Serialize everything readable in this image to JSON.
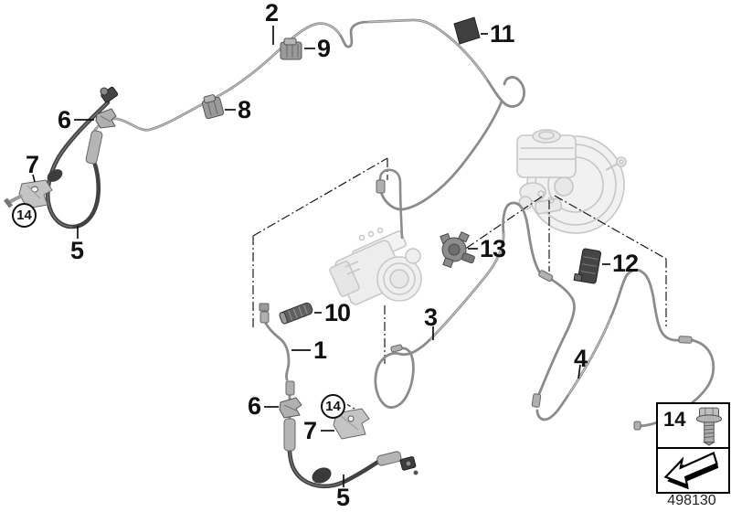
{
  "callouts": {
    "n1": "1",
    "n2": "2",
    "n3": "3",
    "n4": "4",
    "n5": "5",
    "n6": "6",
    "n7": "7",
    "n8": "8",
    "n9": "9",
    "n10": "10",
    "n11": "11",
    "n12": "12",
    "n13": "13",
    "n14": "14"
  },
  "legend": {
    "item_number": "14",
    "bolt_icon": "hex-bolt-icon",
    "arrow_icon": "direction-arrow-icon"
  },
  "part_number": "498130",
  "colors": {
    "pipe": "#8c8c8c",
    "hose": "#424242",
    "ghost": "#c6c6c6",
    "callout_text": "#111111",
    "background": "#ffffff"
  }
}
